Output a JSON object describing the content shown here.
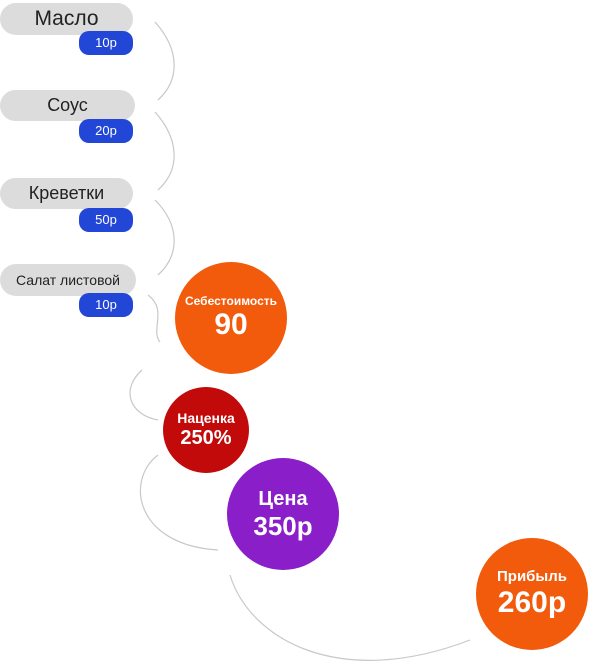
{
  "ingredients": [
    {
      "name": "Масло",
      "price": "10р"
    },
    {
      "name": "Соус",
      "price": "20р"
    },
    {
      "name": "Креветки",
      "price": "50р"
    },
    {
      "name": "Салат листовой",
      "price": "10р"
    }
  ],
  "steps": {
    "cost": {
      "label": "Себестоимость",
      "value": "90",
      "color": "#f25a0c"
    },
    "markup": {
      "label": "Наценка",
      "value": "250%",
      "color": "#c20a0a"
    },
    "price": {
      "label": "Цена",
      "value": "350р",
      "color": "#8a1ec8"
    },
    "profit": {
      "label": "Прибыль",
      "value": "260р",
      "color": "#f25a0c"
    }
  },
  "colors": {
    "pill": "#dcdcdc",
    "price_badge": "#2246d6",
    "arrow": "#c8c8c8"
  }
}
